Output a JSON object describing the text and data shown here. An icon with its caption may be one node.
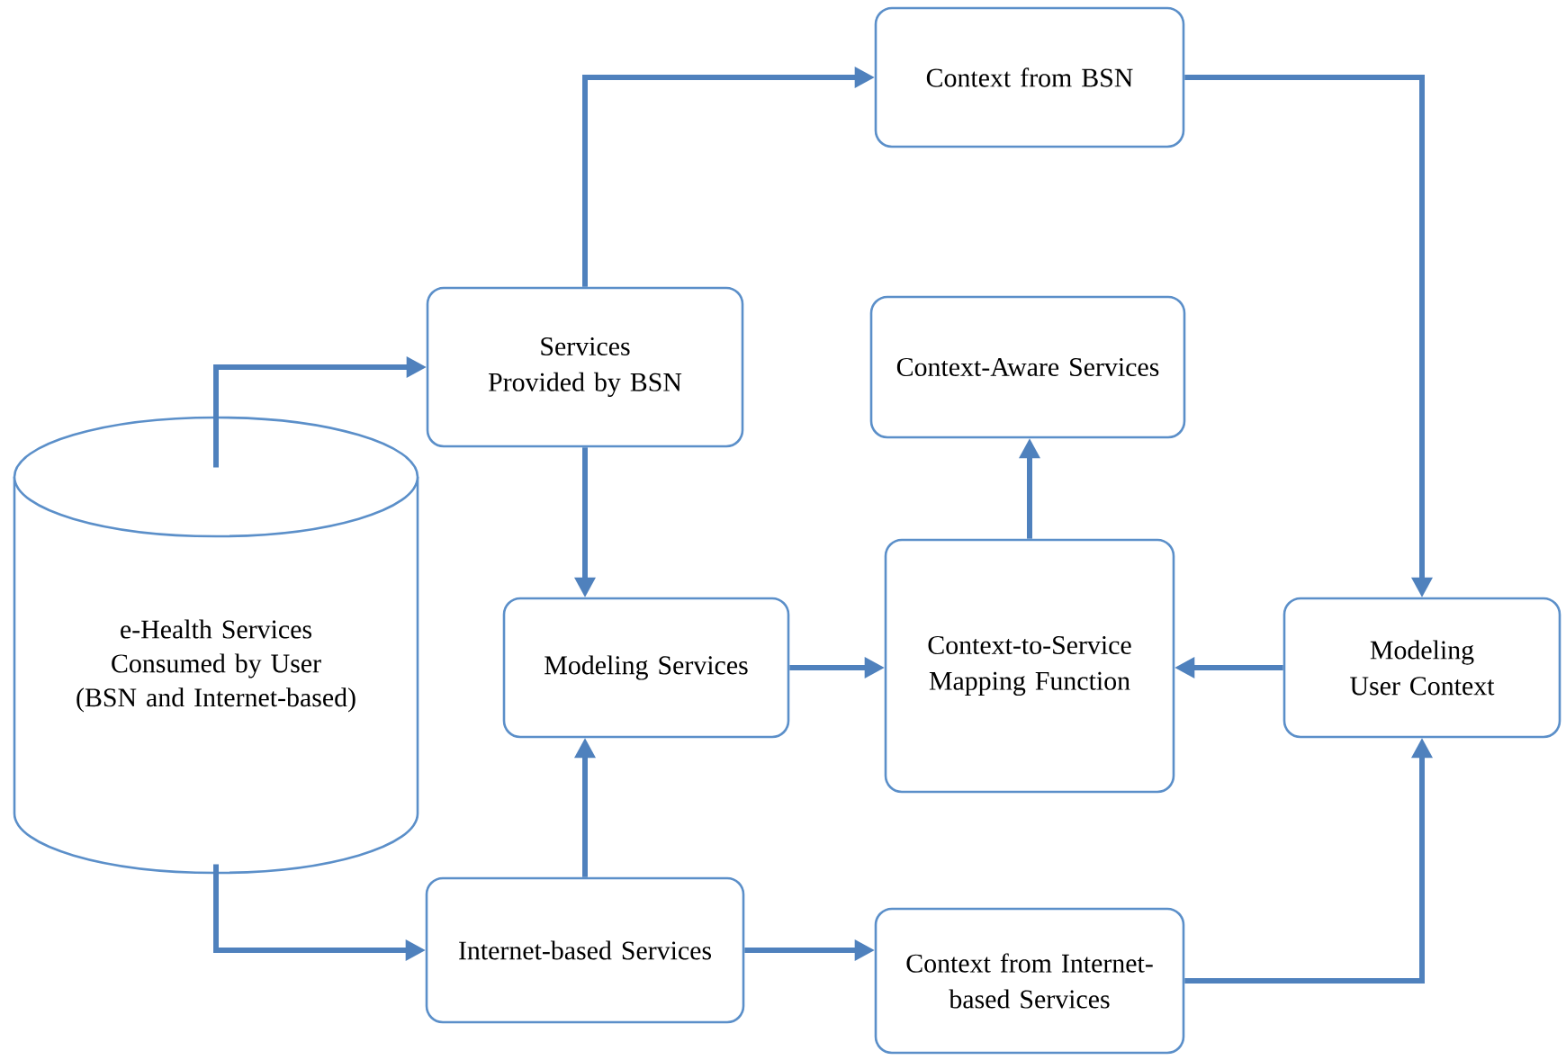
{
  "diagram": {
    "nodes": [
      {
        "text": [
          "e-Health Services Consumed by User (BSN and Internet-based)"
        ]
      },
      {
        "text": [
          "Services Provided by BSN"
        ]
      },
      {
        "text": [
          "Context from BSN"
        ]
      },
      {
        "text": [
          "Context-Aware Services"
        ]
      },
      {
        "text": [
          "Modeling Services"
        ]
      },
      {
        "text": [
          "Context-to-Service Mapping Function"
        ]
      },
      {
        "text": [
          "Modeling User Context"
        ]
      },
      {
        "text": [
          "Internet-based Services"
        ]
      },
      {
        "text": [
          "Context from Internet-based Services"
        ]
      }
    ],
    "edges": [
      {
        "from": 0,
        "to": 1,
        "arrow": "to"
      },
      {
        "from": 0,
        "to": 7,
        "arrow": "to"
      },
      {
        "from": 1,
        "to": 2,
        "arrow": "to"
      },
      {
        "from": 2,
        "to": 6,
        "arrow": "to"
      },
      {
        "from": 1,
        "to": 4,
        "arrow": "to"
      },
      {
        "from": 7,
        "to": 4,
        "arrow": "to"
      },
      {
        "from": 4,
        "to": 5,
        "arrow": "to"
      },
      {
        "from": 6,
        "to": 5,
        "arrow": "to"
      },
      {
        "from": 5,
        "to": 3,
        "arrow": "to"
      },
      {
        "from": 7,
        "to": 8,
        "arrow": "to"
      },
      {
        "from": 8,
        "to": 6,
        "arrow": "to"
      }
    ]
  }
}
